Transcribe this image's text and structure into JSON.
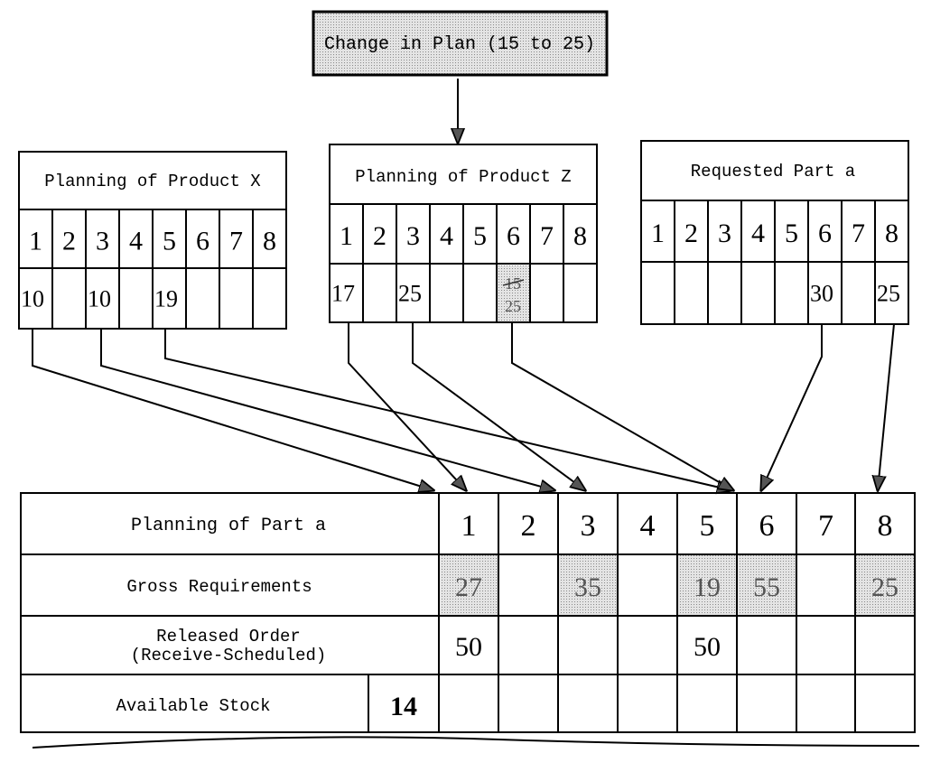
{
  "change_box": {
    "label": "Change in Plan (15 to 25)"
  },
  "product_x": {
    "title": "Planning of Product X",
    "periods": [
      "1",
      "2",
      "3",
      "4",
      "5",
      "6",
      "7",
      "8"
    ],
    "values": [
      "10",
      "",
      "10",
      "",
      "19",
      "",
      "",
      ""
    ]
  },
  "product_z": {
    "title": "Planning of Product Z",
    "periods": [
      "1",
      "2",
      "3",
      "4",
      "5",
      "6",
      "7",
      "8"
    ],
    "values": [
      "17",
      "",
      "25",
      "",
      "",
      "",
      "",
      ""
    ],
    "changed_cell": {
      "period": "6",
      "old_value": "15",
      "new_value": "25"
    }
  },
  "requested_a": {
    "title": "Requested Part a",
    "periods": [
      "1",
      "2",
      "3",
      "4",
      "5",
      "6",
      "7",
      "8"
    ],
    "values": [
      "",
      "",
      "",
      "",
      "",
      "30",
      "",
      "25"
    ]
  },
  "part_a": {
    "title": "Planning of Part a",
    "periods": [
      "1",
      "2",
      "3",
      "4",
      "5",
      "6",
      "7",
      "8"
    ],
    "gross_label": "Gross Requirements",
    "gross": [
      "27",
      "",
      "35",
      "",
      "19",
      "55",
      "",
      "25"
    ],
    "released_label_1": "Released Order",
    "released_label_2": "(Receive-Scheduled)",
    "released": [
      "50",
      "",
      "",
      "",
      "50",
      "",
      "",
      ""
    ],
    "stock_label": "Available Stock",
    "stock_initial": "14",
    "stock": [
      "",
      "",
      "",
      "",
      "",
      "",
      "",
      ""
    ]
  },
  "colors": {
    "line": "#000000",
    "shade": "#cfcfcf"
  }
}
